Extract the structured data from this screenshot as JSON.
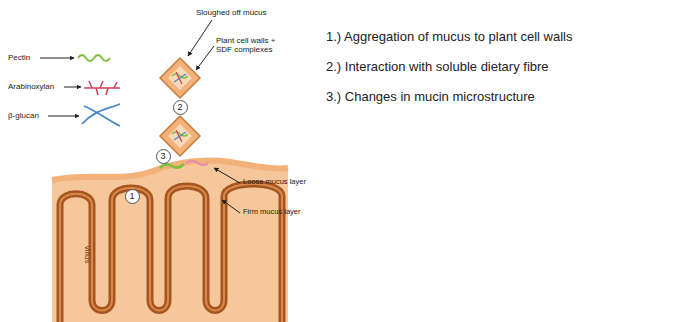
{
  "diagram": {
    "nodes": [
      {
        "text": [
          "2"
        ]
      },
      {
        "text": [
          "3"
        ]
      },
      {
        "text": [
          "1"
        ]
      }
    ],
    "labels": [
      "Sloughed off mucus",
      "Pectin",
      "Plant cell walls + SDF complexes",
      "Arabinoxylan",
      "β-glucan",
      "Loose mucus layer",
      "Firm mucus layer",
      "villus",
      "1.) Aggregation of mucus to plant cell walls",
      "2.) Interaction with soluble dietary fibre",
      "3.) Changes in mucin microstructure"
    ]
  }
}
